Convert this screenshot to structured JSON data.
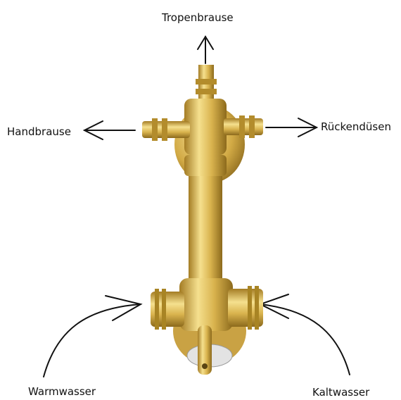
{
  "labels": {
    "top": "Tropenbrause",
    "left": "Handbrause",
    "right": "Rückendüsen",
    "bottom_left": "Warmwasser",
    "bottom_right": "Kaltwasser"
  },
  "arrows": [
    {
      "name": "arrow-top-out",
      "direction": "up"
    },
    {
      "name": "arrow-left-out",
      "direction": "left"
    },
    {
      "name": "arrow-right-out",
      "direction": "right"
    },
    {
      "name": "arrow-warm-in",
      "direction": "in-from-bottom-left"
    },
    {
      "name": "arrow-kalt-in",
      "direction": "in-from-bottom-right"
    }
  ],
  "colors": {
    "brass_light": "#f3dc8a",
    "brass_mid": "#d8b24c",
    "brass_dark": "#9a7420",
    "arrow": "#111111",
    "background": "#ffffff"
  }
}
